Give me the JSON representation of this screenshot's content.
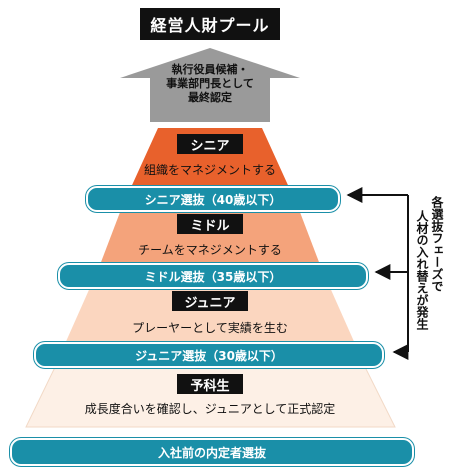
{
  "top_label": "経営人財プール",
  "arrow_text": [
    "執行役員候補・",
    "事業部門長として",
    "最終認定"
  ],
  "stages": [
    {
      "label": "シニア",
      "role": "組織をマネジメントする",
      "selection": "シニア選抜（40歳以下）"
    },
    {
      "label": "ミドル",
      "role": "チームをマネジメントする",
      "selection": "ミドル選抜（35歳以下）"
    },
    {
      "label": "ジュニア",
      "role": "プレーヤーとして実績を生む",
      "selection": "ジュニア選抜（30歳以下）"
    },
    {
      "label": "予科生",
      "role": "成長度合いを確認し、ジュニアとして正式認定"
    }
  ],
  "bottom_selection": "入社前の内定者選抜",
  "side_note": [
    "各選抜フェーズで",
    "人材の入れ替えが発生"
  ],
  "colors": {
    "band1": "#e8612c",
    "band2": "#f4a37b",
    "band3": "#fbd6bf",
    "band4": "#fdf0e6",
    "pill": "#1a8fa8",
    "label": "#111111"
  }
}
